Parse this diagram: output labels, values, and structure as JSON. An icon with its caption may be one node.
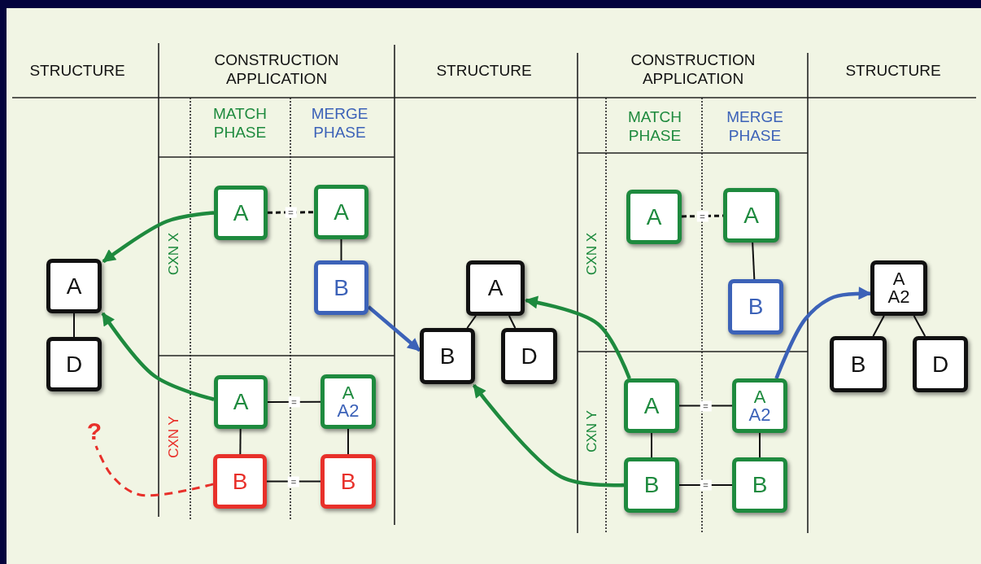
{
  "diagram": {
    "nodes": [
      {
        "text": [
          "A"
        ]
      },
      {
        "text": [
          "D"
        ]
      },
      {
        "text": [
          "A"
        ]
      },
      {
        "text": [
          "A"
        ]
      },
      {
        "text": [
          "B"
        ]
      },
      {
        "text": [
          "A"
        ]
      },
      {
        "text": [
          "A",
          "A2"
        ]
      },
      {
        "text": [
          "B"
        ]
      },
      {
        "text": [
          "B"
        ]
      },
      {
        "text": [
          "?"
        ]
      },
      {
        "text": [
          "A"
        ]
      },
      {
        "text": [
          "B"
        ]
      },
      {
        "text": [
          "D"
        ]
      },
      {
        "text": [
          "A"
        ]
      },
      {
        "text": [
          "A"
        ]
      },
      {
        "text": [
          "B"
        ]
      },
      {
        "text": [
          "A"
        ]
      },
      {
        "text": [
          "A",
          "A2"
        ]
      },
      {
        "text": [
          "B"
        ]
      },
      {
        "text": [
          "B"
        ]
      },
      {
        "text": [
          "A",
          "A2"
        ]
      },
      {
        "text": [
          "B"
        ]
      },
      {
        "text": [
          "D"
        ]
      }
    ],
    "edges": [
      {
        "from": 0,
        "to": 1,
        "arrow": "none"
      },
      {
        "from": 2,
        "to": 3,
        "arrow": "none",
        "style": "dashed",
        "label": "="
      },
      {
        "from": 3,
        "to": 4,
        "arrow": "none"
      },
      {
        "from": 5,
        "to": 6,
        "arrow": "none",
        "label": "="
      },
      {
        "from": 5,
        "to": 7,
        "arrow": "none"
      },
      {
        "from": 6,
        "to": 8,
        "arrow": "none"
      },
      {
        "from": 7,
        "to": 8,
        "arrow": "none",
        "label": "="
      },
      {
        "from": 2,
        "to": 0,
        "arrow": "to",
        "style": "thick",
        "color": "#1e8a3e"
      },
      {
        "from": 5,
        "to": 0,
        "arrow": "to",
        "style": "thick",
        "color": "#1e8a3e"
      },
      {
        "from": 4,
        "to": 11,
        "arrow": "to",
        "style": "thick",
        "color": "#3c62b8"
      },
      {
        "from": 7,
        "to": 9,
        "arrow": "none",
        "style": "dashed",
        "color": "#e8302a"
      },
      {
        "from": 10,
        "to": 11,
        "arrow": "none"
      },
      {
        "from": 10,
        "to": 12,
        "arrow": "none"
      },
      {
        "from": 13,
        "to": 14,
        "arrow": "none",
        "style": "dashed",
        "label": "="
      },
      {
        "from": 14,
        "to": 15,
        "arrow": "none"
      },
      {
        "from": 16,
        "to": 17,
        "arrow": "none",
        "label": "="
      },
      {
        "from": 16,
        "to": 18,
        "arrow": "none"
      },
      {
        "from": 17,
        "to": 19,
        "arrow": "none"
      },
      {
        "from": 18,
        "to": 19,
        "arrow": "none",
        "label": "="
      },
      {
        "from": 16,
        "to": 10,
        "arrow": "to",
        "style": "thick",
        "color": "#1e8a3e"
      },
      {
        "from": 18,
        "to": 11,
        "arrow": "to",
        "style": "thick",
        "color": "#1e8a3e"
      },
      {
        "from": 17,
        "to": 20,
        "arrow": "to",
        "style": "thick",
        "color": "#3c62b8"
      },
      {
        "from": 20,
        "to": 21,
        "arrow": "none"
      },
      {
        "from": 20,
        "to": 22,
        "arrow": "none"
      }
    ],
    "labels": [
      "STRUCTURE",
      "CONSTRUCTION APPLICATION",
      "STRUCTURE",
      "CONSTRUCTION APPLICATION",
      "STRUCTURE",
      "MATCH PHASE",
      "MERGE PHASE",
      "MATCH PHASE",
      "MERGE PHASE",
      "CXN X",
      "CXN Y",
      "CXN X",
      "CXN Y"
    ]
  }
}
